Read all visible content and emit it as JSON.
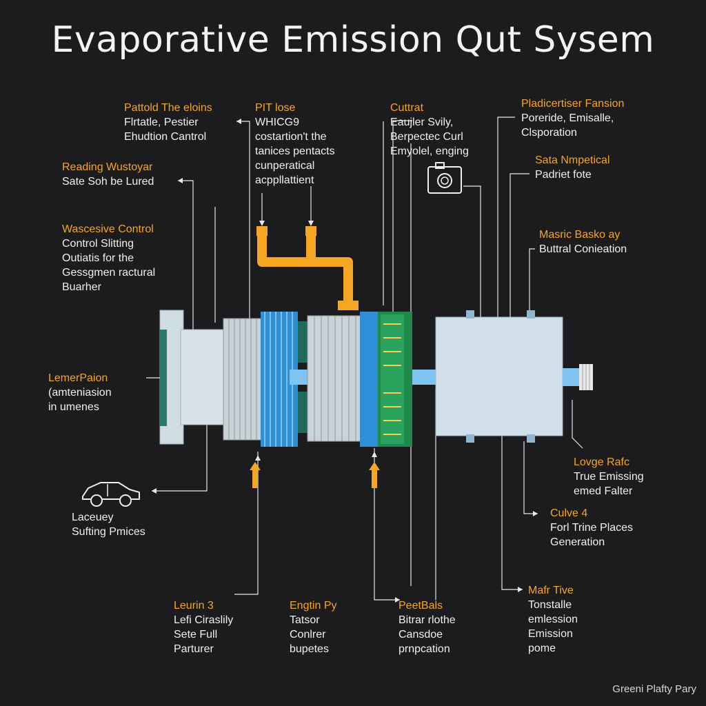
{
  "title": "Evaporative Emission Qut Sysem",
  "colors": {
    "background": "#1c1c1e",
    "accent_orange": "#f5a623",
    "housing": "#d7e3e8",
    "blue_fins": "#2f8fd6",
    "green_board": "#1f8a4c",
    "shaft": "#7fc4f0"
  },
  "labels": {
    "top_left_1": {
      "heading": "Pattold The eloins",
      "lines": [
        "Flrtatle, Pestier",
        "Ehudtion Cantrol"
      ]
    },
    "top_center": {
      "heading": "PIT lose",
      "lines": [
        "WHICG9",
        "costartion't the",
        "tanices pentacts",
        "cunperatical",
        "acppllattient"
      ]
    },
    "top_right_1": {
      "heading": "Cuttrat",
      "lines": [
        "Eaujler Svily,",
        "Berpectec Curl",
        "Emyolel, enging"
      ]
    },
    "top_right_2": {
      "heading": "Pladicertiser Fansion",
      "lines": [
        "Poreride, Emisalle,",
        "Clsporation"
      ]
    },
    "left_1": {
      "heading": "Reading Wustoyar",
      "lines": [
        "Sate Soh be Lured"
      ]
    },
    "right_2": {
      "heading": "Sata Nmpetical",
      "lines": [
        "Padriet fote"
      ]
    },
    "left_2": {
      "heading": "Wascesive Control",
      "lines": [
        "Control Slitting",
        "Outiatis for the",
        "Gessgmen ractural",
        "Buarher"
      ]
    },
    "right_3": {
      "heading": "Masric Basko ay",
      "lines": [
        "Buttral Conieation"
      ]
    },
    "left_3": {
      "heading": "LemerPaion",
      "lines": [
        "(amteniasion",
        "in umenes"
      ]
    },
    "left_4": {
      "heading": "",
      "lines": [
        "Laceuey",
        "Sufting Pmices"
      ]
    },
    "right_4": {
      "heading": "Lovge Rafc",
      "lines": [
        "True Emissing",
        "emed Falter"
      ]
    },
    "right_5": {
      "heading": "Culve 4",
      "lines": [
        "Forl Trine Places",
        "Generation"
      ]
    },
    "right_6": {
      "heading": "Mafr Tive",
      "lines": [
        "Tonstalle",
        "emlession",
        "Emission",
        "pome"
      ]
    },
    "bottom_1": {
      "heading": "Leurin 3",
      "lines": [
        "Lefi Ciraslily",
        "Sete Full",
        "Parturer"
      ]
    },
    "bottom_2": {
      "heading": "Engtin Py",
      "lines": [
        "Tatsor",
        "Conlrer",
        "bupetes"
      ]
    },
    "bottom_3": {
      "heading": "PeetBals",
      "lines": [
        "Bitrar rlothe",
        "Cansdoe",
        "prnpcation"
      ]
    }
  },
  "icons": [
    "camera-icon",
    "car-icon"
  ],
  "footer": "Greeni Plafty Pary"
}
